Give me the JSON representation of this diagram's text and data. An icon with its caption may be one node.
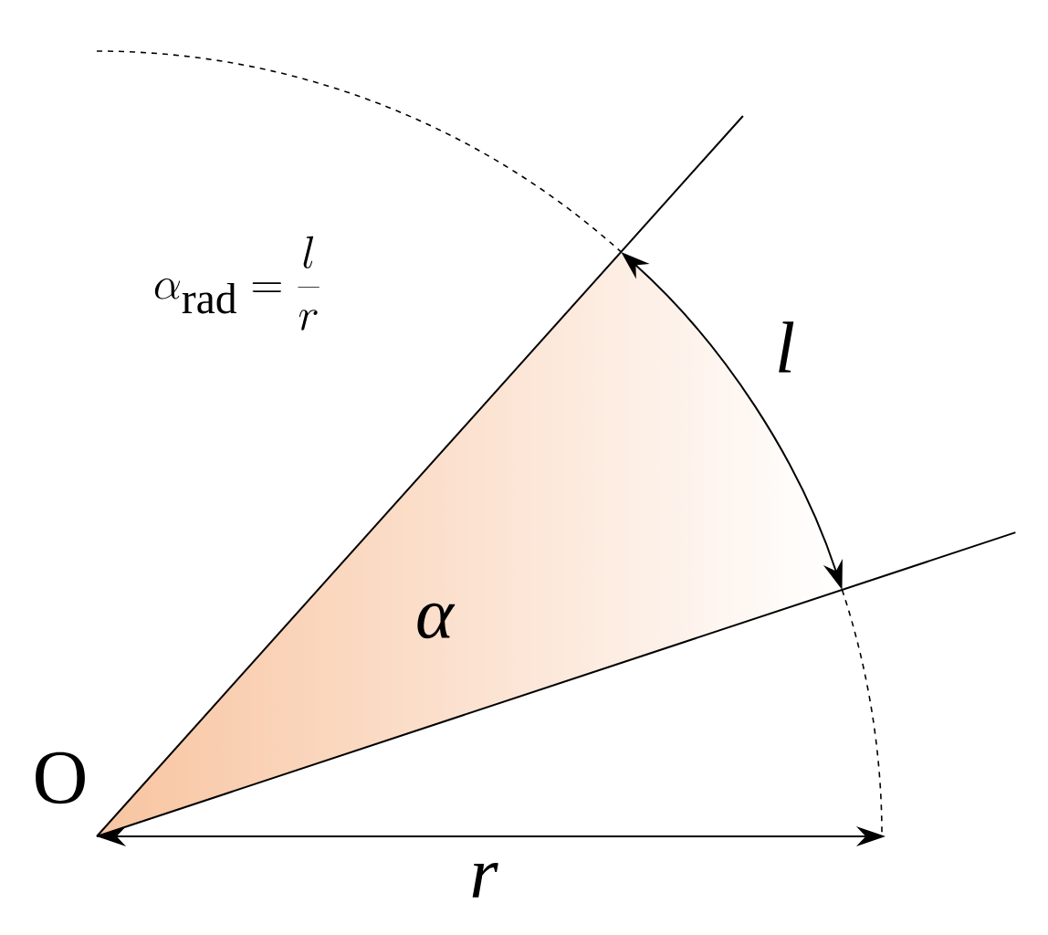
{
  "diagram": {
    "labels": [
      "\\alpha_{\\mathrm{rad}}=\\frac{l}{r}",
      "l",
      "α",
      "O",
      "r"
    ]
  }
}
